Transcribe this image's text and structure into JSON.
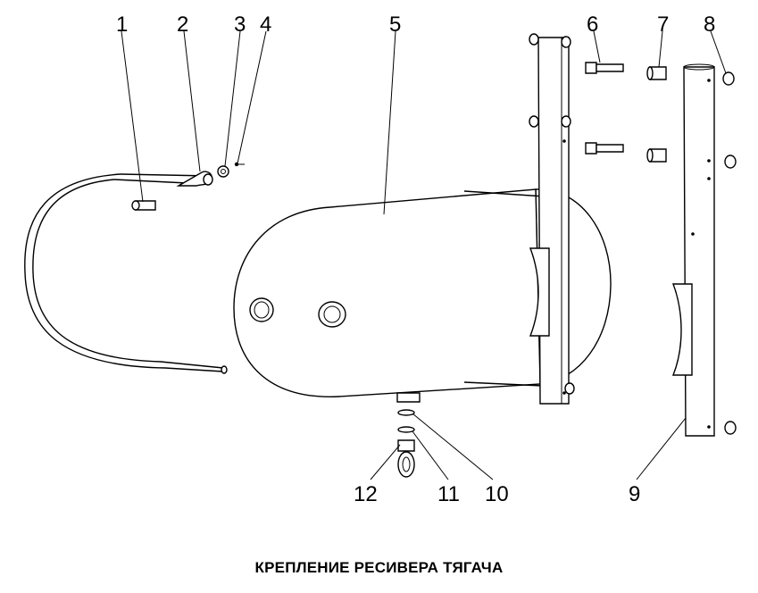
{
  "caption": "КРЕПЛЕНИЕ РЕСИВЕРА ТЯГАЧА",
  "callouts": [
    "1",
    "2",
    "3",
    "4",
    "5",
    "6",
    "7",
    "8",
    "9",
    "10",
    "11",
    "12"
  ]
}
